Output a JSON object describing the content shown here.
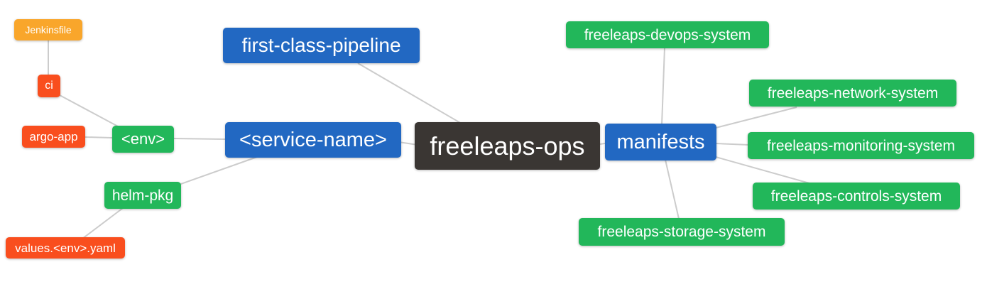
{
  "colors": {
    "c-root": "#3a3633",
    "c-branch": "#2268c2",
    "c-green": "#22b75a",
    "c-red": "#f94e1e",
    "c-amber": "#f9a62b",
    "c-line": "#cccccc"
  },
  "diagram": {
    "type": "mindmap",
    "root": "freeleaps-ops",
    "nodes": [
      {
        "id": "jenkinsfile",
        "label": "Jenkinsfile",
        "role": "artifact-amber"
      },
      {
        "id": "ci",
        "label": "ci",
        "role": "artifact-red"
      },
      {
        "id": "argo-app",
        "label": "argo-app",
        "role": "artifact-red"
      },
      {
        "id": "env",
        "label": "<env>",
        "role": "child-green"
      },
      {
        "id": "values-env-yaml",
        "label": "values.<env>.yaml",
        "role": "artifact-red"
      },
      {
        "id": "helm-pkg",
        "label": "helm-pkg",
        "role": "child-green"
      },
      {
        "id": "service-name",
        "label": "<service-name>",
        "role": "branch-blue"
      },
      {
        "id": "first-class-pipeline",
        "label": "first-class-pipeline",
        "role": "branch-blue"
      },
      {
        "id": "freeleaps-ops",
        "label": "freeleaps-ops",
        "role": "root-dark"
      },
      {
        "id": "manifests",
        "label": "manifests",
        "role": "branch-blue"
      },
      {
        "id": "freeleaps-devops-system",
        "label": "freeleaps-devops-system",
        "role": "child-green"
      },
      {
        "id": "freeleaps-network-system",
        "label": "freeleaps-network-system",
        "role": "child-green"
      },
      {
        "id": "freeleaps-monitoring-system",
        "label": "freeleaps-monitoring-system",
        "role": "child-green"
      },
      {
        "id": "freeleaps-controls-system",
        "label": "freeleaps-controls-system",
        "role": "child-green"
      },
      {
        "id": "freeleaps-storage-system",
        "label": "freeleaps-storage-system",
        "role": "child-green"
      }
    ],
    "edges": [
      [
        "jenkinsfile",
        "ci"
      ],
      [
        "ci",
        "env"
      ],
      [
        "argo-app",
        "env"
      ],
      [
        "env",
        "service-name"
      ],
      [
        "service-name",
        "freeleaps-ops"
      ],
      [
        "service-name",
        "helm-pkg"
      ],
      [
        "helm-pkg",
        "values-env-yaml"
      ],
      [
        "first-class-pipeline",
        "freeleaps-ops"
      ],
      [
        "freeleaps-ops",
        "manifests"
      ],
      [
        "manifests",
        "freeleaps-devops-system"
      ],
      [
        "manifests",
        "freeleaps-network-system"
      ],
      [
        "manifests",
        "freeleaps-monitoring-system"
      ],
      [
        "manifests",
        "freeleaps-controls-system"
      ],
      [
        "manifests",
        "freeleaps-storage-system"
      ]
    ]
  }
}
